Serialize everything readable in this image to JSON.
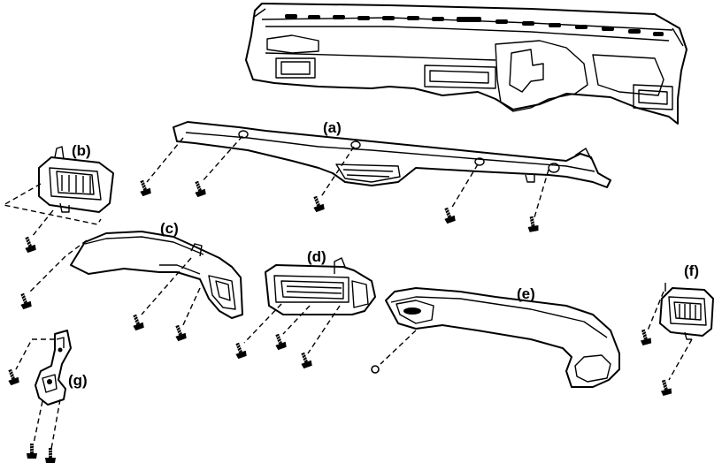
{
  "diagram": {
    "labels": {
      "a": "(a)",
      "b": "(b)",
      "c": "(c)",
      "d": "(d)",
      "e": "(e)",
      "f": "(f)",
      "g": "(g)"
    }
  }
}
